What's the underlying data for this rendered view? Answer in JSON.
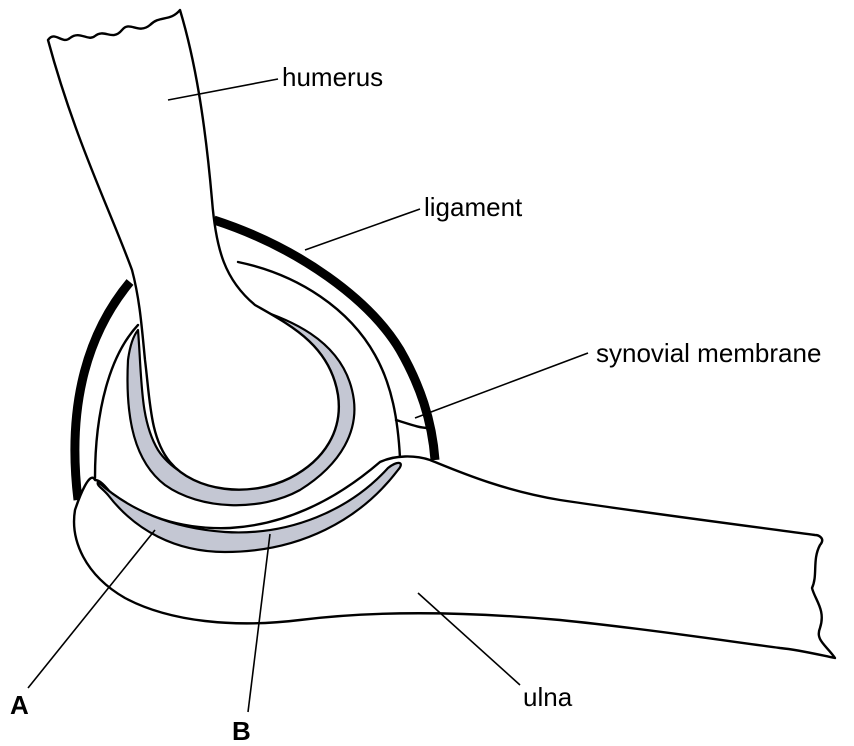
{
  "labels": {
    "humerus": "humerus",
    "ligament": "ligament",
    "synovial_membrane": "synovial membrane",
    "ulna": "ulna",
    "a": "A",
    "b": "B"
  },
  "colors": {
    "cartilage_fill": "#c4c7d3",
    "outline": "#000000",
    "background": "#ffffff"
  }
}
